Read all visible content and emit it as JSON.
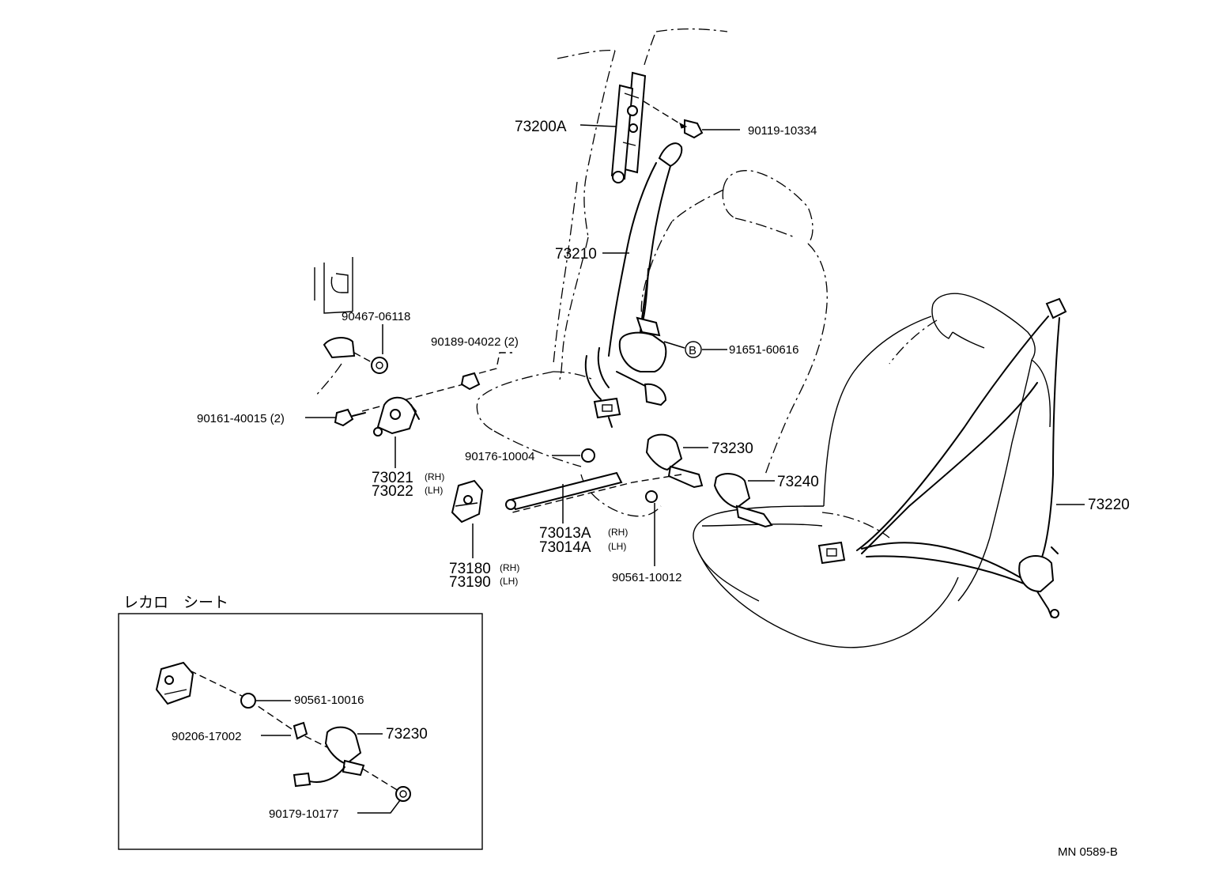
{
  "callouts": [
    {
      "id": "p73200a",
      "text": "73200A"
    },
    {
      "id": "p90119",
      "text": "90119-10334"
    },
    {
      "id": "p73210",
      "text": "73210"
    },
    {
      "id": "p90467",
      "text": "90467-06118"
    },
    {
      "id": "p90189",
      "text": "90189-04022 (2)"
    },
    {
      "id": "p91651",
      "text": "91651-60616"
    },
    {
      "id": "p90161",
      "text": "90161-40015 (2)"
    },
    {
      "id": "p90176",
      "text": "90176-10004"
    },
    {
      "id": "p73230",
      "text": "73230"
    },
    {
      "id": "p73240",
      "text": "73240"
    },
    {
      "id": "p73220",
      "text": "73220"
    },
    {
      "id": "p73021",
      "text": "73021"
    },
    {
      "id": "p73022",
      "text": "73022"
    },
    {
      "id": "p73013a",
      "text": "73013A"
    },
    {
      "id": "p73014a",
      "text": "73014A"
    },
    {
      "id": "p90561a",
      "text": "90561-10012"
    },
    {
      "id": "p73180",
      "text": "73180"
    },
    {
      "id": "p73190",
      "text": "73190"
    }
  ],
  "side_marks": {
    "rh": "(RH)",
    "lh": "(LH)"
  },
  "reference_marker": "B",
  "inset": {
    "title": "レカロ　シート",
    "callouts": [
      {
        "id": "i90561",
        "text": "90561-10016"
      },
      {
        "id": "i90206",
        "text": "90206-17002"
      },
      {
        "id": "i73230",
        "text": "73230"
      },
      {
        "id": "i90179",
        "text": "90179-10177"
      }
    ]
  },
  "diagram_code": "MN 0589-B"
}
